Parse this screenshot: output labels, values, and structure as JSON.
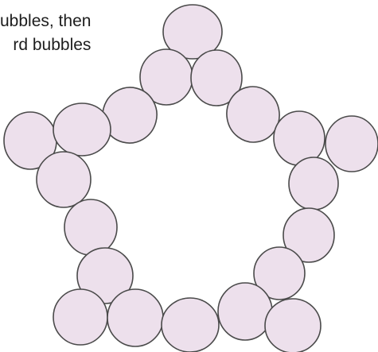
{
  "caption": {
    "lines": [
      "ubbles, then",
      "rd bubbles"
    ]
  },
  "figure": {
    "shape": "pentagon-star",
    "bubble_count": 20,
    "colors": {
      "bubble_fill": "#ede0ec",
      "bubble_stroke": "#4a4a4a",
      "text": "#1d1d1d"
    }
  }
}
